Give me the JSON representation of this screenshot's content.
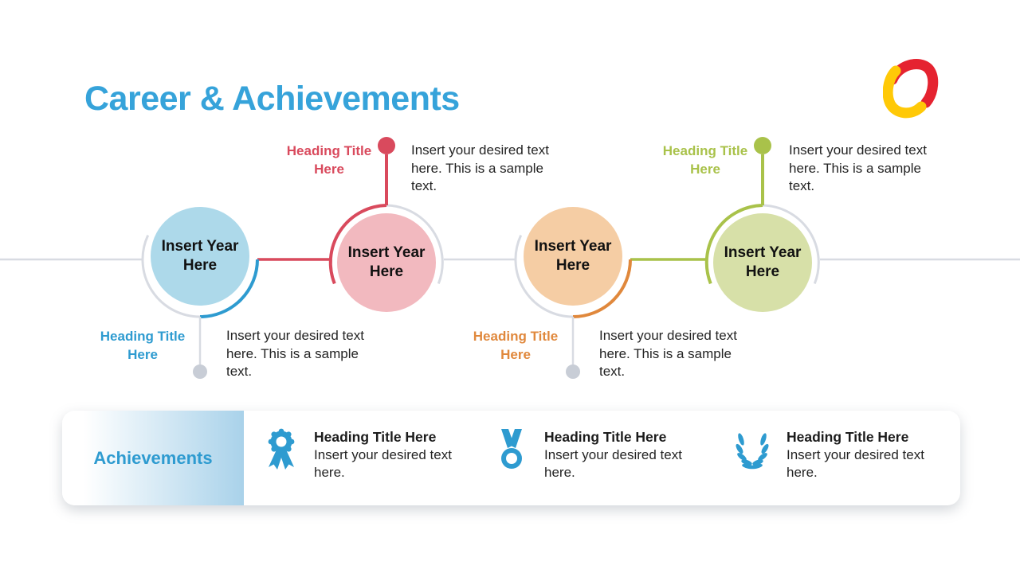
{
  "slide": {
    "title": "Career & Achievements"
  },
  "colors": {
    "title_blue": "#36A3DA",
    "accent_blue": "#2E9BD0",
    "red": "#D94A5D",
    "orange": "#E0883C",
    "green": "#A9C24A",
    "circle_blue": "#ADD9EA",
    "circle_pink": "#F2B9BF",
    "circle_orange": "#F5CDA4",
    "circle_green": "#D7E0A8",
    "line_gray": "#D8DBE2",
    "dot_gray": "#C8CDD6",
    "text_dark": "#242424",
    "logo_red": "#E52330",
    "logo_yellow": "#FFC907",
    "label_gradient_blue": "#A9D2EA"
  },
  "timeline": {
    "milestones": [
      {
        "year_label": "Insert Year Here",
        "heading": "Heading Title Here",
        "description": "Insert your desired text here. This is a sample text.",
        "color": "blue",
        "label_position": "below"
      },
      {
        "year_label": "Insert Year Here",
        "heading": "Heading Title Here",
        "description": "Insert your desired text here. This is a sample text.",
        "color": "red",
        "label_position": "above"
      },
      {
        "year_label": "Insert Year Here",
        "heading": "Heading Title Here",
        "description": "Insert your desired text here. This is a sample text.",
        "color": "orange",
        "label_position": "below"
      },
      {
        "year_label": "Insert Year Here",
        "heading": "Heading Title Here",
        "description": "Insert your desired text here. This is a sample text.",
        "color": "green",
        "label_position": "above"
      }
    ]
  },
  "achievements": {
    "label": "Achievements",
    "items": [
      {
        "icon": "rosette-ribbon-icon",
        "heading": "Heading Title Here",
        "description": "Insert your desired text here."
      },
      {
        "icon": "medal-icon",
        "heading": "Heading Title Here",
        "description": "Insert your desired text here."
      },
      {
        "icon": "laurel-wreath-icon",
        "heading": "Heading Title Here",
        "description": "Insert your desired text here."
      }
    ]
  }
}
